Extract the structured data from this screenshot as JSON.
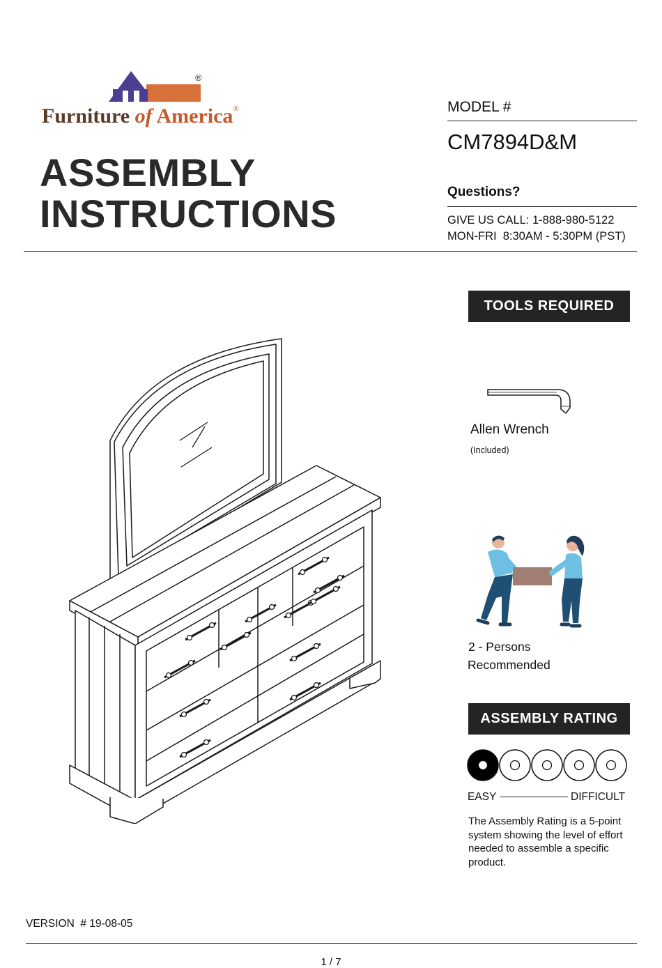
{
  "brand": {
    "name_part1": "Furniture",
    "name_part2": "of",
    "name_part3": "America",
    "reg_mark": "®",
    "colors": {
      "roof": "#4b3f93",
      "bar": "#d8703a",
      "text": "#5a3a26",
      "accent": "#c55a2b"
    }
  },
  "title": {
    "line1": "ASSEMBLY",
    "line2": "INSTRUCTIONS"
  },
  "model": {
    "label": "MODEL #",
    "number": "CM7894D&M"
  },
  "contact": {
    "questions": "Questions?",
    "phone": "GIVE US CALL: 1-888-980-5122",
    "hours": "MON-FRI  8:30AM - 5:30PM (PST)"
  },
  "tools": {
    "heading": "TOOLS REQUIRED",
    "items": [
      {
        "name": "Allen Wrench",
        "note": "(Included)",
        "icon": "allen-wrench-icon"
      }
    ]
  },
  "persons": {
    "line1": "2 - Persons",
    "line2": "Recommended",
    "icon": "two-persons-carrying-icon"
  },
  "rating": {
    "heading": "ASSEMBLY RATING",
    "value": 1,
    "max": 5,
    "easy_label": "EASY",
    "difficult_label": "DIFFICULT",
    "description": "The Assembly Rating is a 5-point system showing the level of effort needed to assemble a specific product."
  },
  "footer": {
    "version": "VERSION  # 19-08-05",
    "page": "1 / 7"
  }
}
